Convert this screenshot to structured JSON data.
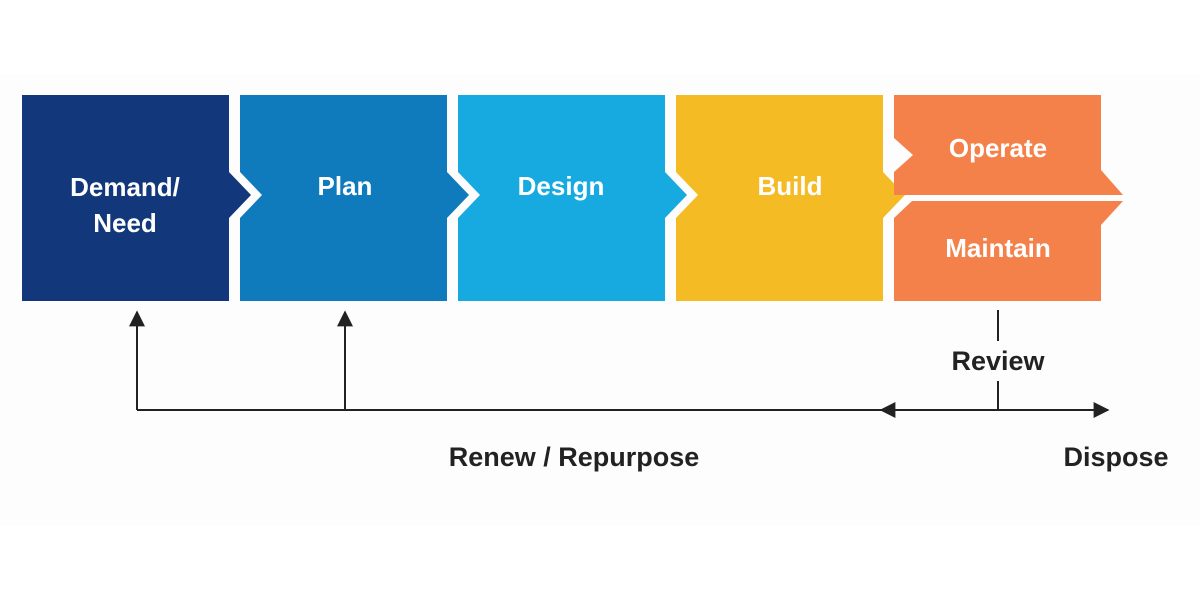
{
  "diagram": {
    "stages": [
      {
        "id": "demand",
        "label_line1": "Demand/",
        "label_line2": "Need",
        "color": "#12377a"
      },
      {
        "id": "plan",
        "label": "Plan",
        "color": "#0f7abc"
      },
      {
        "id": "design",
        "label": "Design",
        "color": "#17aae0"
      },
      {
        "id": "build",
        "label": "Build",
        "color": "#f5bb24"
      },
      {
        "id": "operate",
        "label": "Operate",
        "color": "#f5814a"
      },
      {
        "id": "maintain",
        "label": "Maintain",
        "color": "#f5814a"
      }
    ],
    "flow": {
      "review_label": "Review",
      "renew_label": "Renew / Repurpose",
      "dispose_label": "Dispose",
      "line_color": "#222222"
    },
    "divider_color": "#ffffff"
  }
}
